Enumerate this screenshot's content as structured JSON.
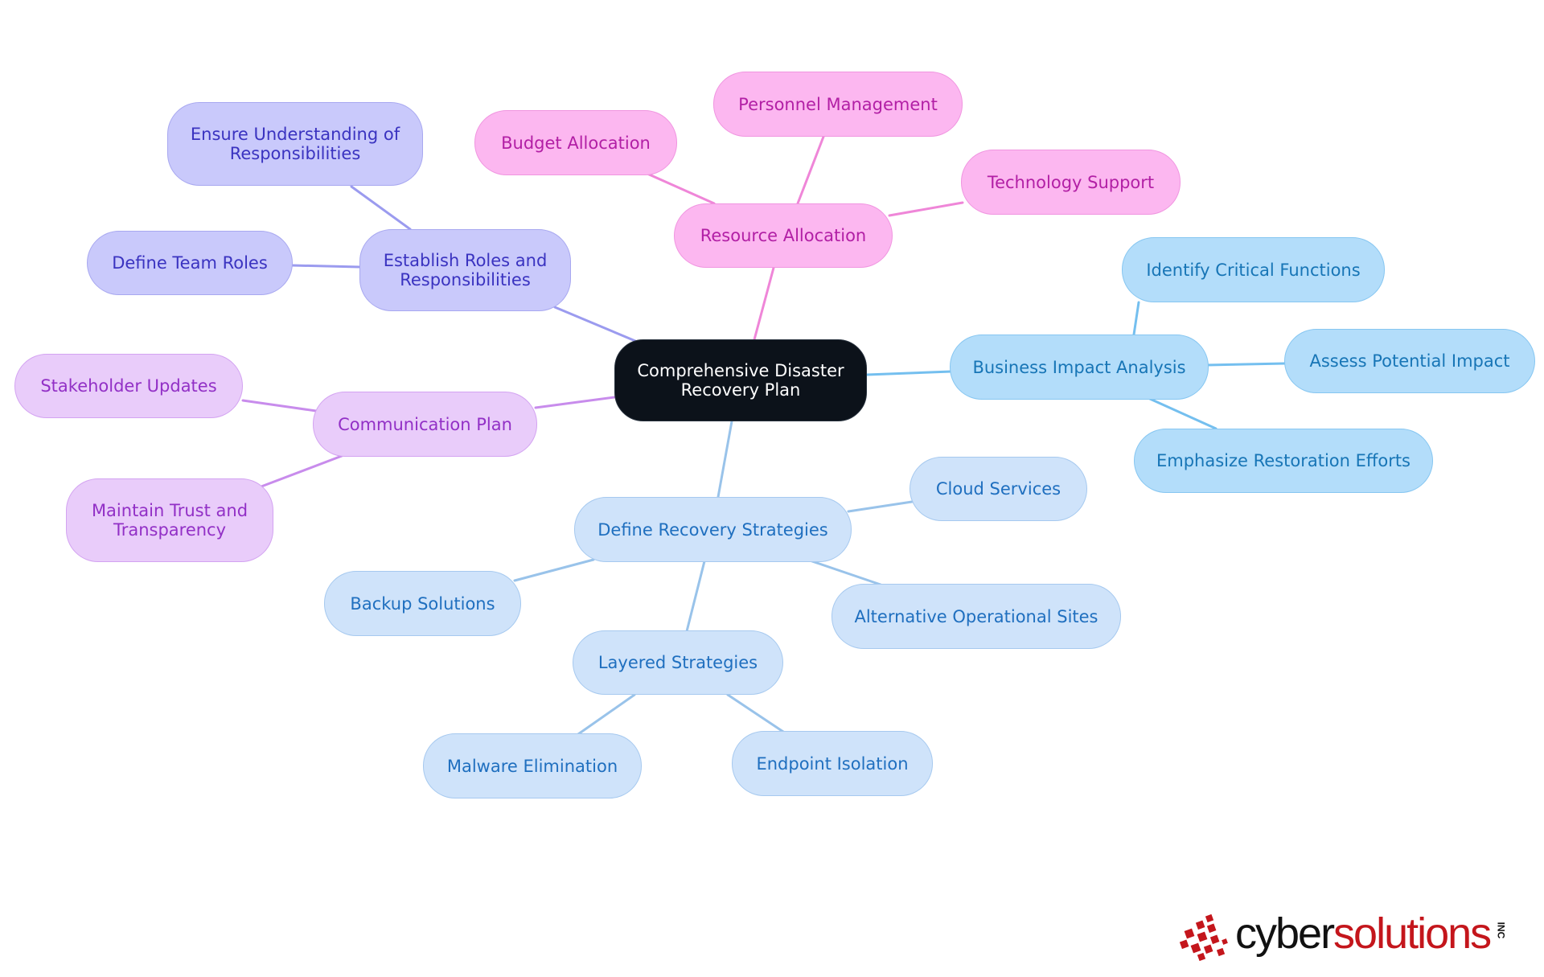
{
  "mindmap": {
    "root": {
      "label": "Comprehensive Disaster Recovery Plan"
    },
    "branches": {
      "roles": {
        "label": "Establish Roles and Responsibilities",
        "children": [
          "Ensure Understanding of Responsibilities",
          "Define Team Roles"
        ]
      },
      "resource": {
        "label": "Resource Allocation",
        "children": [
          "Budget Allocation",
          "Personnel Management",
          "Technology Support"
        ]
      },
      "comm": {
        "label": "Communication Plan",
        "children": [
          "Stakeholder Updates",
          "Maintain Trust and Transparency"
        ]
      },
      "bia": {
        "label": "Business Impact Analysis",
        "children": [
          "Identify Critical Functions",
          "Assess Potential Impact",
          "Emphasize Restoration Efforts"
        ]
      },
      "recovery": {
        "label": "Define Recovery Strategies",
        "children": [
          "Cloud Services",
          "Backup Solutions",
          "Alternative Operational Sites",
          "Layered Strategies"
        ],
        "layered_children": [
          "Malware Elimination",
          "Endpoint Isolation"
        ]
      }
    }
  },
  "colors": {
    "roles_link": "#9b9bef",
    "resource_link": "#ef86d8",
    "comm_link": "#c88cec",
    "bia_link": "#74bfef",
    "recovery_link": "#99c3ea"
  },
  "logo": {
    "text_dark": "cyber",
    "text_red": "solutions",
    "suffix": "INC",
    "brand_red": "#c4161c"
  }
}
